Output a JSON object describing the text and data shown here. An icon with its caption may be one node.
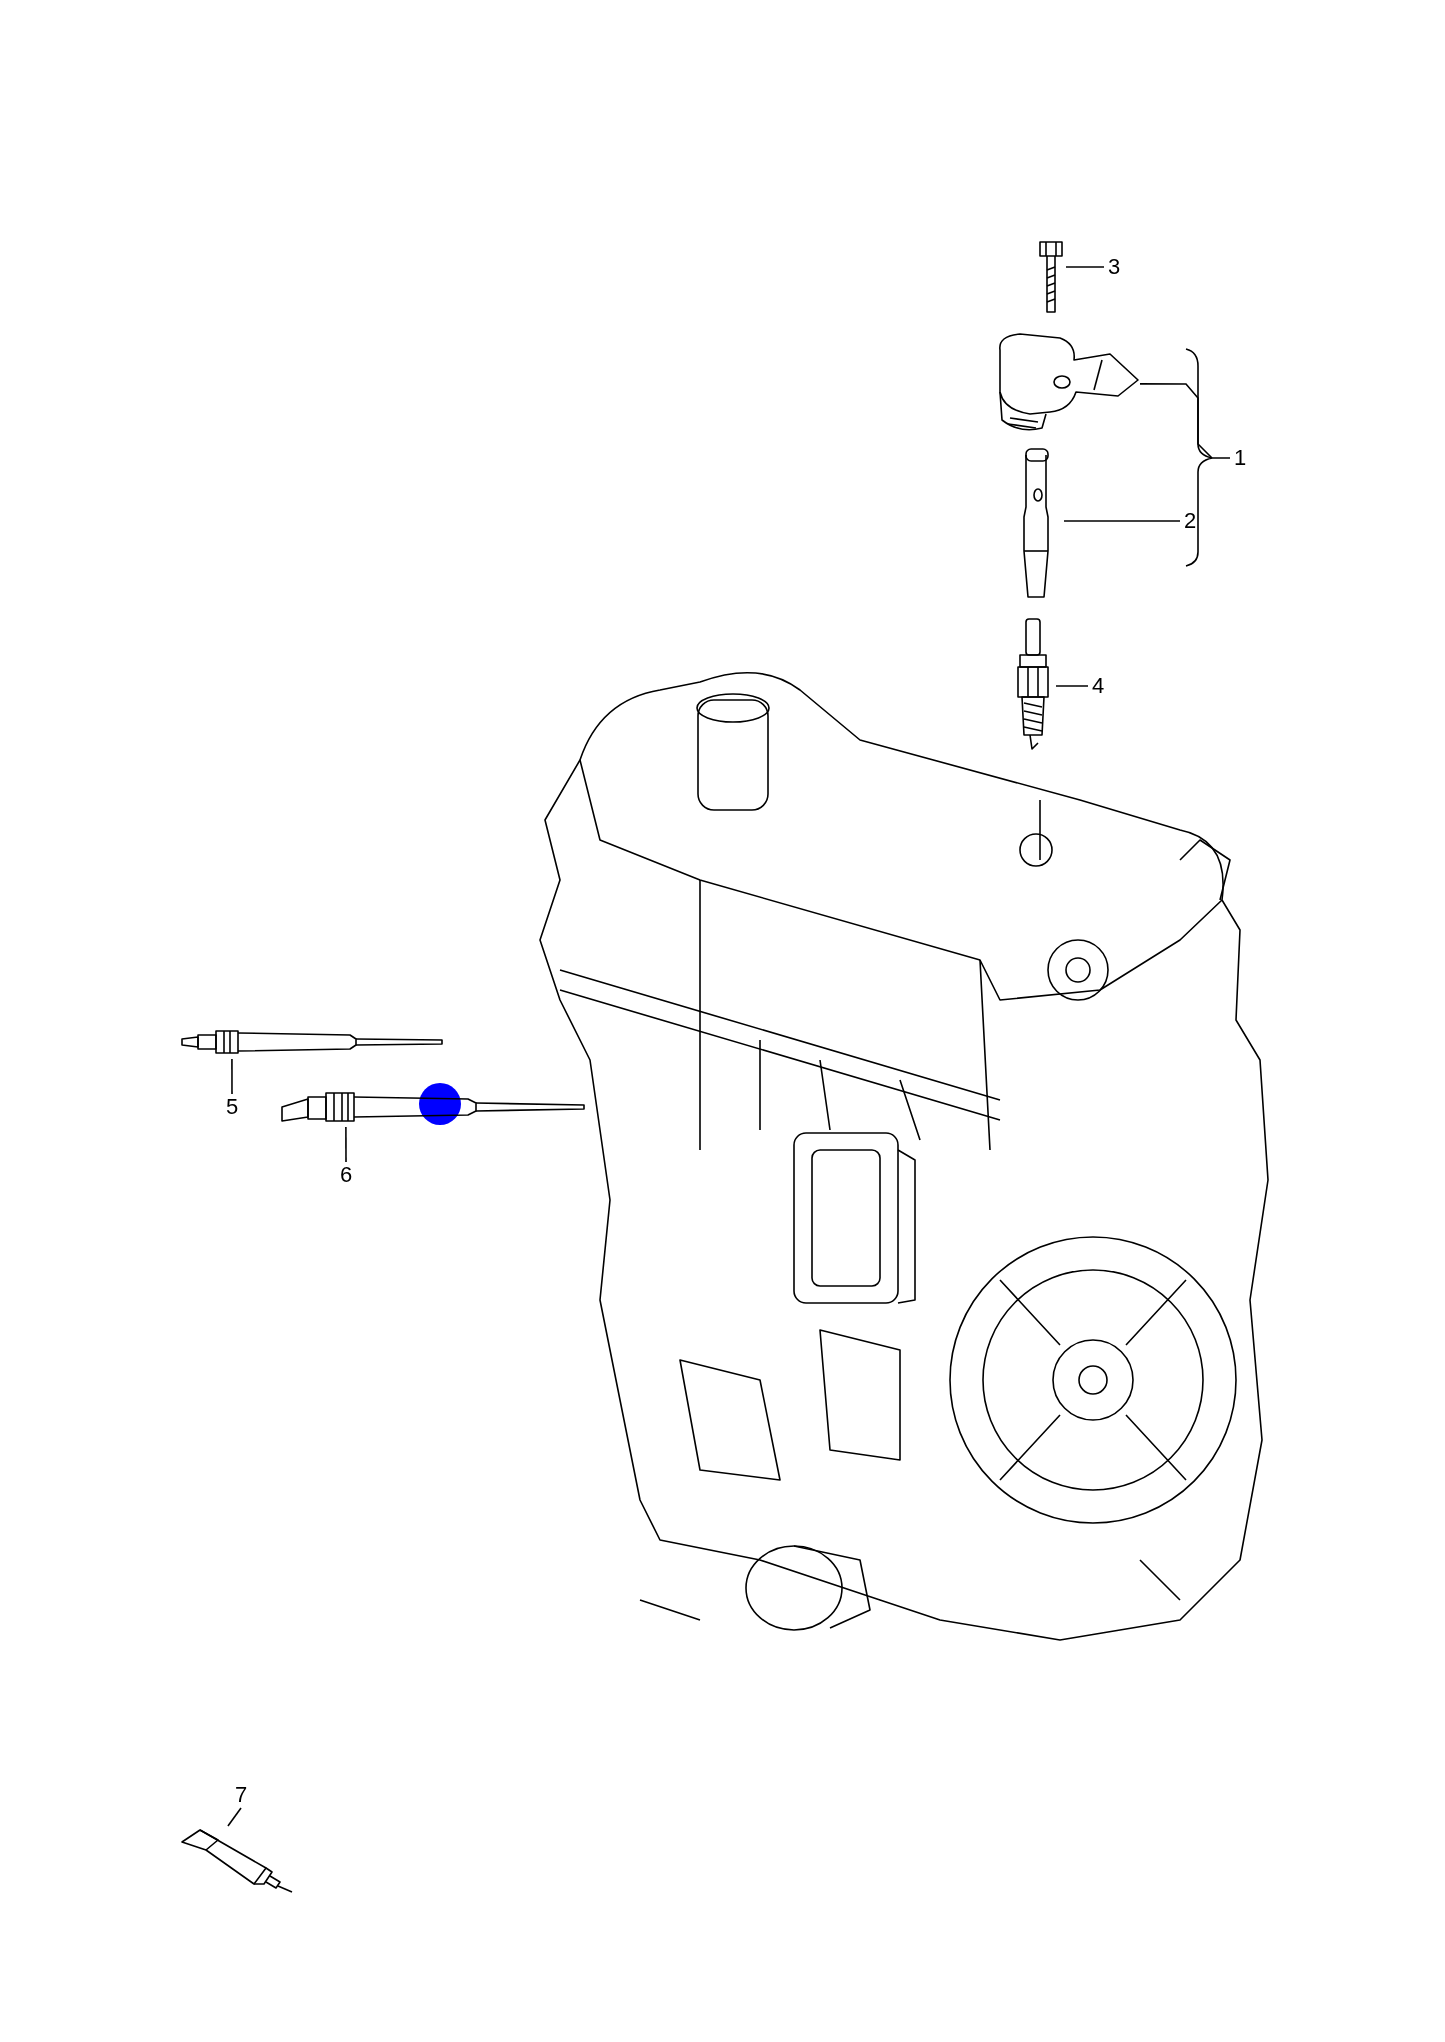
{
  "diagram": {
    "nodes": [
      {
        "text": [
          "3"
        ]
      },
      {
        "text": [],
        "shape": "picture"
      },
      {
        "text": [],
        "shape": "picture"
      },
      {
        "text": [
          "1"
        ]
      },
      {
        "text": [],
        "shape": "picture"
      },
      {
        "text": [
          "2"
        ]
      },
      {
        "text": [],
        "shape": "picture"
      },
      {
        "text": [
          "4"
        ]
      },
      {
        "text": [],
        "shape": "picture"
      },
      {
        "text": [
          "5"
        ]
      },
      {
        "text": [],
        "shape": "picture"
      },
      {
        "text": [
          "6"
        ]
      },
      {
        "text": [],
        "shape": "picture"
      },
      {
        "text": [
          "7"
        ]
      }
    ],
    "edges": [
      {
        "from": 0,
        "to": 1,
        "arrow": "none"
      },
      {
        "from": 3,
        "to": 2,
        "arrow": "none"
      },
      {
        "from": 5,
        "to": 4,
        "arrow": "none"
      },
      {
        "from": 7,
        "to": 6,
        "arrow": "none"
      },
      {
        "from": 9,
        "to": 8,
        "arrow": "none"
      },
      {
        "from": 11,
        "to": 10,
        "arrow": "none"
      },
      {
        "from": 13,
        "to": 12,
        "arrow": "none"
      }
    ]
  }
}
